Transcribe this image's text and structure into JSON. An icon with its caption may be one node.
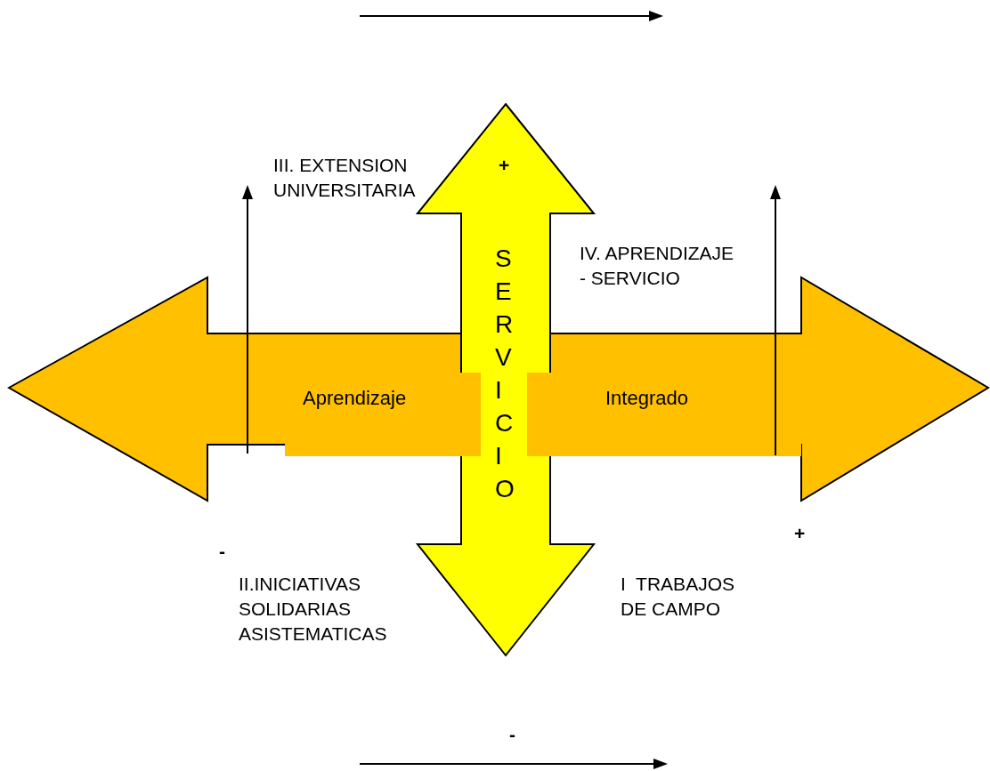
{
  "diagram": {
    "nodes": [
      {
        "text": [],
        "shape": "arrow"
      },
      {
        "text": [
          "Aprendizaje"
        ],
        "in": 0
      },
      {
        "text": [
          "Integrado"
        ],
        "in": 0
      },
      {
        "text": [
          "SERVICIO"
        ]
      }
    ],
    "labels": [
      "III. EXTENSION UNIVERSITARIA",
      "+",
      "IV. APRENDIZAJE - SERVICIO",
      "+",
      "-",
      "II.INICIATIVAS SOLIDARIAS ASISTEMATICAS",
      "I  TRABAJOS DE CAMPO",
      "-"
    ]
  }
}
